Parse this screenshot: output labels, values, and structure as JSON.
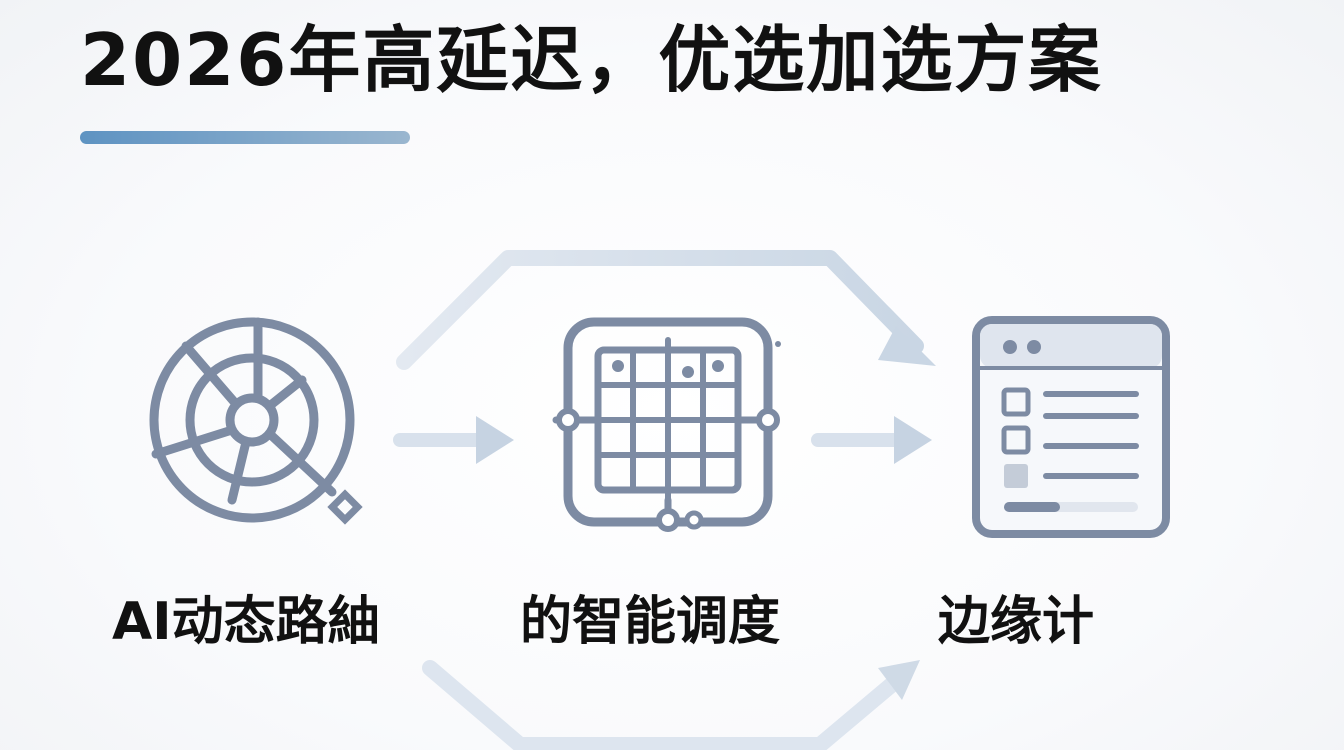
{
  "title": "2026年高延迟，优选加选方案",
  "steps": [
    {
      "label": "AI动态路紬",
      "icon": "radar-search-icon"
    },
    {
      "label": "的智能调度",
      "icon": "grid-chip-icon"
    },
    {
      "label": "边缘计",
      "icon": "browser-window-icon"
    }
  ],
  "colors": {
    "icon_stroke": "#7d8ba3",
    "arrow": "#c6d3e2",
    "accent": "#5e93c2",
    "text": "#111111"
  }
}
